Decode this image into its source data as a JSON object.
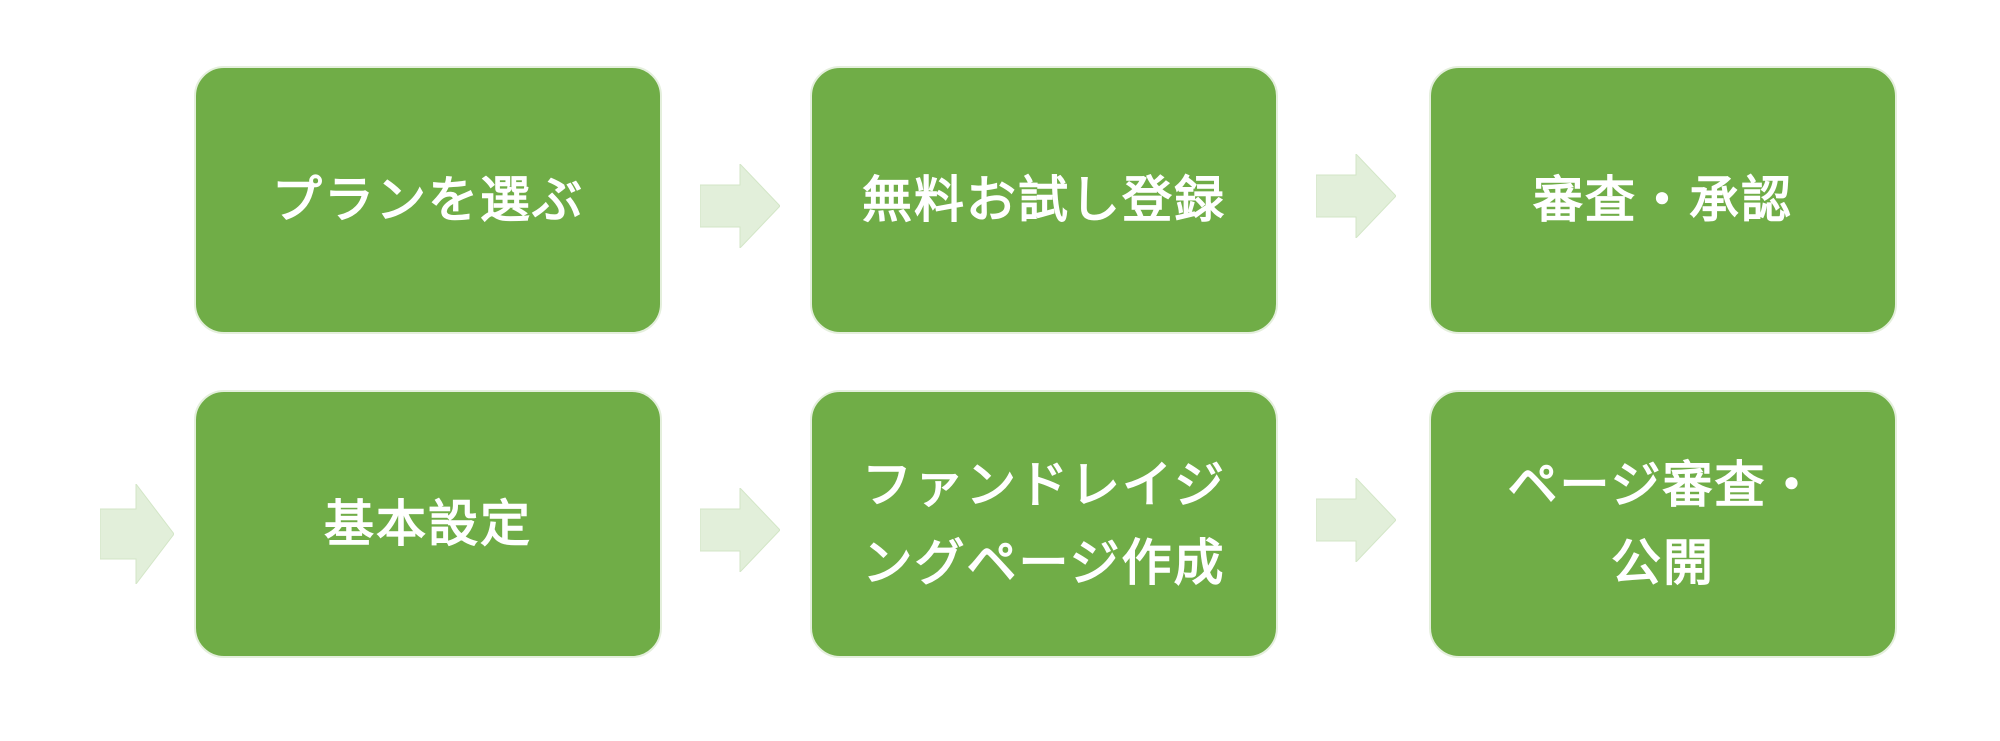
{
  "flow": {
    "steps": [
      {
        "label": "プランを選ぶ"
      },
      {
        "label": "無料お試し登録"
      },
      {
        "label": "審査・承認"
      },
      {
        "label": "基本設定"
      },
      {
        "label": "ファンドレイジ\nングページ作成"
      },
      {
        "label": "ページ審査・\n公開"
      }
    ]
  },
  "colors": {
    "box_fill": "#70ad47",
    "box_text": "#ffffff",
    "arrow_fill": "#e2efda"
  },
  "icons": {
    "connector": "right-arrow-icon"
  }
}
